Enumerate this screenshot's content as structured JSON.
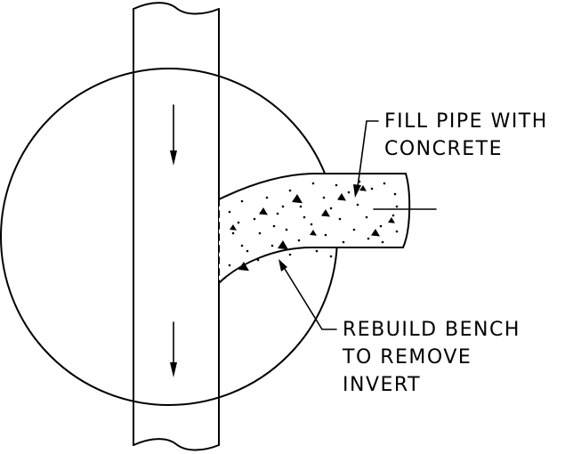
{
  "callouts": {
    "fill_pipe": {
      "lines": [
        "FILL PIPE WITH",
        "CONCRETE"
      ]
    },
    "rebuild_bench": {
      "lines": [
        "REBUILD BENCH",
        "TO REMOVE",
        "INVERT"
      ]
    }
  },
  "colors": {
    "line": "#000000",
    "background": "#ffffff",
    "concrete_speckle": "#000000"
  },
  "icons": [
    "flow-arrow-down-icon",
    "flow-arrow-down-icon",
    "leader-arrow-icon",
    "leader-arrow-icon"
  ]
}
